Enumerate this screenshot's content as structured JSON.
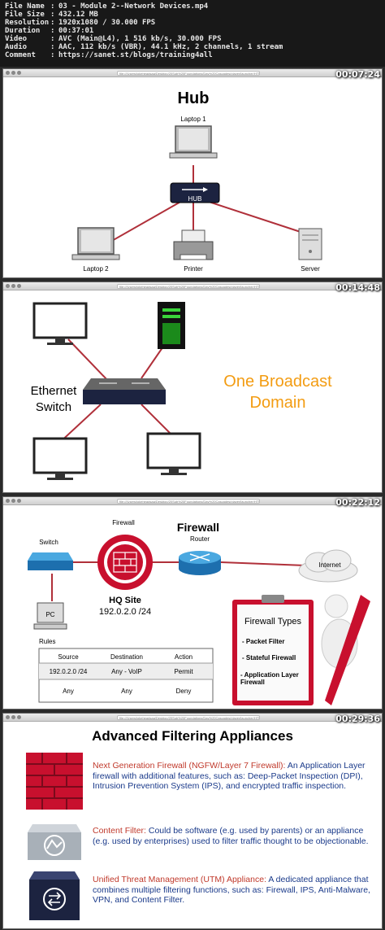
{
  "info": {
    "rows": [
      {
        "key": "File Name",
        "value": "03 - Module 2--Network Devices.mp4"
      },
      {
        "key": "File Size",
        "value": "432.12 MB"
      },
      {
        "key": "Resolution",
        "value": "1920x1080 / 30.000 FPS"
      },
      {
        "key": "Duration",
        "value": "00:37:01"
      },
      {
        "key": "Video",
        "value": "AVC (Main@L4), 1 516 kb/s, 30.000 FPS"
      },
      {
        "key": "Audio",
        "value": "AAC, 112 kb/s (VBR), 44.1 kHz, 2 channels, 1 stream"
      },
      {
        "key": "Comment",
        "value": "https://sanet.st/blogs/training4all"
      }
    ]
  },
  "frames": [
    {
      "timestamp": "00:07:24",
      "url": "file:///Users/jokeheadsaa/Desktop/20Sub%20Foundations/Day%20Cascades/player/launcher/HTML/Player.html"
    },
    {
      "timestamp": "00:14:48",
      "url": "file:///Users/jokeheadsaa/Desktop/20Sub%20Foundations/Day%20Cascades/player/launcher/HTML/Player.html"
    },
    {
      "timestamp": "00:22:12",
      "url": "file:///Users/jokeheadsaa/Desktop/20Sub%20Foundations/Day%20Cascades/player/launcher/HTML/Player.html"
    },
    {
      "timestamp": "00:29:36",
      "url": "file:///Users/jokeheadsaa/Desktop/20Sub%20Foundations/Day%20Cascades/player/launcher/HTML/Player.html"
    }
  ],
  "hub_slide": {
    "title": "Hub",
    "laptop1": "Laptop 1",
    "hub": "HUB",
    "laptop2": "Laptop 2",
    "printer": "Printer",
    "server": "Server"
  },
  "switch_slide": {
    "label_line1": "Ethernet",
    "label_line2": "Switch",
    "domain_line1": "One Broadcast",
    "domain_line2": "Domain"
  },
  "firewall_slide": {
    "title": "Firewall",
    "firewall": "Firewall",
    "switch": "Switch",
    "router": "Router",
    "internet": "Internet",
    "pc": "PC",
    "site": "HQ Site",
    "subnet": "192.0.2.0 /24",
    "rules_title": "Rules",
    "rules_headers": [
      "Source",
      "Destination",
      "Action"
    ],
    "rules_rows": [
      [
        "192.0.2.0 /24",
        "Any - VoIP",
        "Permit"
      ],
      [
        "Any",
        "Any",
        "Deny"
      ]
    ],
    "types_title": "Firewall Types",
    "types": [
      "- Packet Filter",
      "- Stateful Firewall",
      "- Application Layer Firewall"
    ]
  },
  "adv_slide": {
    "title": "Advanced Filtering Appliances",
    "items": [
      {
        "head": "Next Generation Firewall (NGFW/Layer 7 Firewall):",
        "body": " An Application Layer firewall with additional features, such as: Deep-Packet Inspection (DPI), Intrusion Prevention System (IPS), and encrypted traffic inspection."
      },
      {
        "head": "Content Filter:",
        "body": " Could be software (e.g. used by parents) or an appliance (e.g. used by enterprises) used to filter traffic thought to be objectionable."
      },
      {
        "head": "Unified Threat Management (UTM) Appliance:",
        "body": " A dedicated appliance that combines multiple filtering functions, such as: Firewall, IPS, Anti-Malware, VPN, and Content Filter."
      }
    ]
  },
  "colors": {
    "link_red": "#b0303a",
    "domain_orange": "#f39c12",
    "text_blue": "#1a3a8a"
  }
}
